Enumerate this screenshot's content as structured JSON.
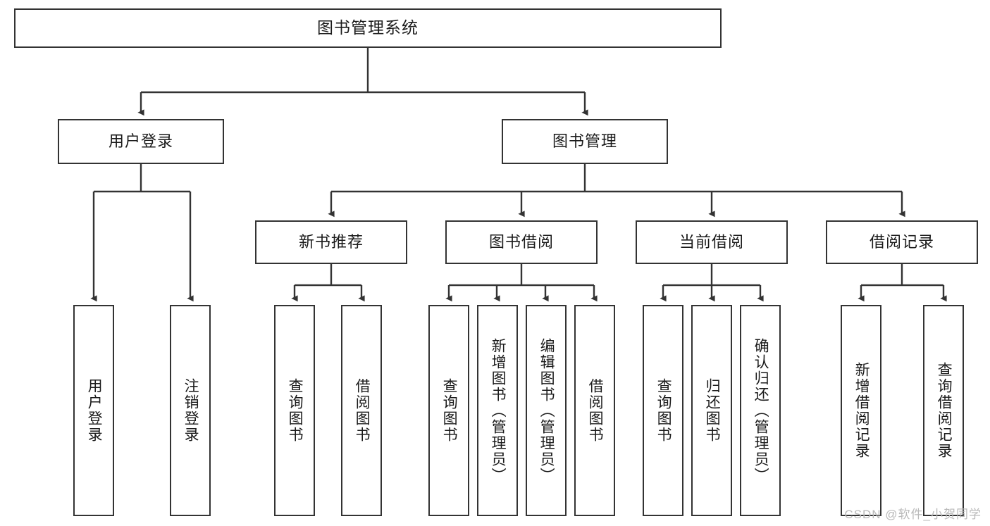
{
  "diagram": {
    "title": "图书管理系统",
    "type": "tree-hierarchy",
    "root": {
      "label": "图书管理系统"
    },
    "level1": [
      {
        "label": "用户登录"
      },
      {
        "label": "图书管理"
      }
    ],
    "level2": [
      {
        "label": "新书推荐"
      },
      {
        "label": "图书借阅"
      },
      {
        "label": "当前借阅"
      },
      {
        "label": "借阅记录"
      }
    ],
    "leaves": {
      "user_login": [
        {
          "label": "用户登录"
        },
        {
          "label": "注销登录"
        }
      ],
      "new_book_recommend": [
        {
          "label": "查询图书"
        },
        {
          "label": "借阅图书"
        }
      ],
      "book_borrow": [
        {
          "label": "查询图书"
        },
        {
          "label": "新增图书（管理员）"
        },
        {
          "label": "编辑图书（管理员）"
        },
        {
          "label": "借阅图书"
        }
      ],
      "current_borrow": [
        {
          "label": "查询图书"
        },
        {
          "label": "归还图书"
        },
        {
          "label": "确认归还（管理员）"
        }
      ],
      "borrow_record": [
        {
          "label": "新增借阅记录"
        },
        {
          "label": "查询借阅记录"
        }
      ]
    }
  },
  "watermark": {
    "text": "CSDN @软件_小贺同学"
  },
  "colors": {
    "border": "#333333",
    "text": "#1b1b1b",
    "background": "#ffffff",
    "watermark": "#b9b9b9"
  }
}
